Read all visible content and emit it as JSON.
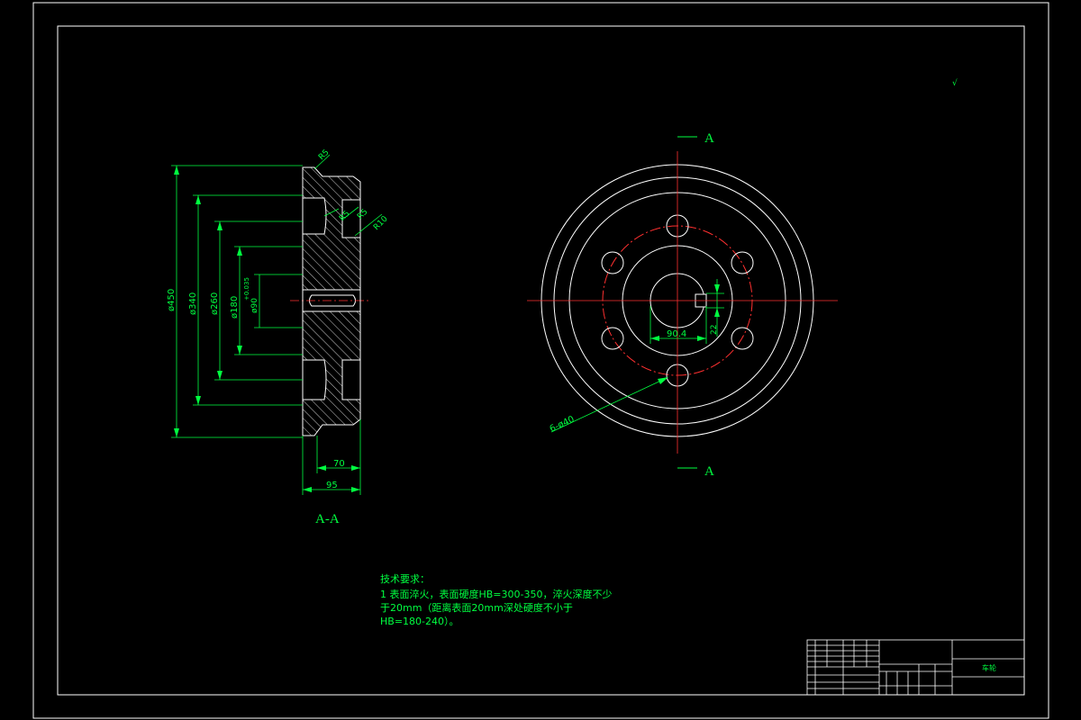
{
  "section_view": {
    "title": "A-A",
    "dims": {
      "d450": "ø450",
      "d340": "ø340",
      "d260": "ø260",
      "d180": "ø180",
      "d90": "ø90",
      "tol": "+0.035",
      "w70": "70",
      "w95": "95",
      "r5a": "R5",
      "r5b": "R5",
      "r5c": "R5",
      "r10": "R10"
    }
  },
  "front_view": {
    "section_mark_top": "A",
    "section_mark_bottom": "A",
    "dims": {
      "key_width": "90.4",
      "key_depth": "22",
      "holes": "6-ø40"
    }
  },
  "tech_requirements": {
    "title": "技术要求：",
    "line1": "1 表面淬火，表面硬度HB=300-350，淬火深度不少",
    "line2": "于20mm（距离表面20mm深处硬度不小于",
    "line3": "HB=180-240）。"
  },
  "corner_mark": "√",
  "title_block": {
    "part_name": "车轮"
  }
}
